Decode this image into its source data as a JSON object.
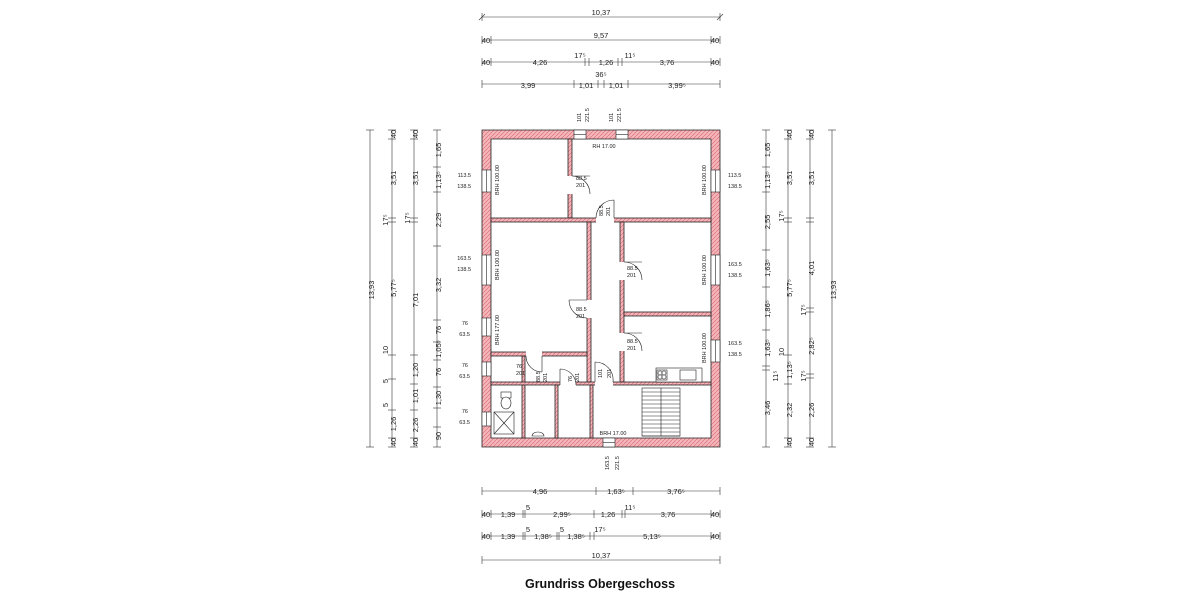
{
  "title": "Grundriss Obergeschoss",
  "colors": {
    "wall_fill": "#f3b7bb",
    "wall_stroke": "#222222",
    "dim_line": "#333333"
  },
  "top_dims": {
    "row1": [
      "10,37"
    ],
    "row2": [
      "40",
      "9,57",
      "40"
    ],
    "row3": [
      "40",
      "4,26",
      "17⁵",
      "1,26",
      "11⁵",
      "3,76",
      "40"
    ],
    "row4": [
      "3,99",
      "36⁵",
      "1,01",
      "1,01",
      "3,99⁵"
    ]
  },
  "bottom_dims": {
    "row1": [
      "4,96",
      "1,63⁵",
      "3,76⁵"
    ],
    "row2": [
      "40",
      "1,39",
      "5",
      "2,99⁵",
      "1,26",
      "11⁵",
      "3,76",
      "40"
    ],
    "row3": [
      "40",
      "1,39",
      "5",
      "1,38⁵",
      "5",
      "1,38⁵",
      "17⁵",
      "5,13⁵",
      "40"
    ],
    "row4": [
      "10,37"
    ]
  },
  "left_dims": {
    "total": "13,93",
    "col1": [
      "40",
      "3,51",
      "17⁵",
      "5,77⁵",
      "10",
      "5",
      "5",
      "1,26",
      "40"
    ],
    "col2": [
      "40",
      "3,51",
      "17⁵",
      "7,01",
      "1,20",
      "1,01",
      "2,26",
      "40"
    ],
    "col3": [
      "1,65",
      "1,13⁵",
      "2,29",
      "3,32",
      "1,05⁵",
      "76",
      "1,30",
      "76",
      "90"
    ]
  },
  "right_dims": {
    "total": "13,93",
    "col1": [
      "1,65",
      "1,13⁵",
      "2,55",
      "1,63⁵",
      "1,86⁵",
      "1,63⁵",
      "11⁵",
      "3,46"
    ],
    "col2": [
      "40",
      "3,51",
      "17⁵",
      "5,77⁵",
      "10",
      "1,13⁵",
      "2,32",
      "40"
    ],
    "col3": [
      "40",
      "3,51",
      "4,01",
      "17⁵",
      "2,82⁵",
      "17⁵",
      "2,26",
      "40"
    ]
  },
  "window_labels": {
    "top": [
      "101",
      "221.5",
      "101",
      "221.5"
    ],
    "bottom": [
      "163.5",
      "221.5"
    ],
    "left": [
      "113.5",
      "138.5",
      "163.5",
      "138.5",
      "76",
      "63.5",
      "76",
      "63.5",
      "76",
      "63.5"
    ],
    "right": [
      "113.5",
      "138.5",
      "163.5",
      "138.5",
      "163.5",
      "138.5"
    ]
  },
  "sill_labels": {
    "rh_top": "RH 17.00",
    "brh_bottom": "BRH 17.00",
    "brh_left1": "BRH 100.00",
    "brh_left2": "BRH 100.00",
    "brh_left3": "BRH 177.00",
    "brh_right1": "BRH 100.00",
    "brh_right2": "BRH 100.00",
    "brh_right3": "BRH 100.00"
  },
  "door_labels": [
    [
      "88.5",
      "201"
    ],
    [
      "88.5",
      "201"
    ],
    [
      "88.5",
      "201"
    ],
    [
      "88.5",
      "201"
    ],
    [
      "88.5",
      "201"
    ],
    [
      "88.5",
      "201"
    ],
    [
      "76",
      "201"
    ],
    [
      "76",
      "201"
    ],
    [
      "101",
      "201"
    ]
  ]
}
